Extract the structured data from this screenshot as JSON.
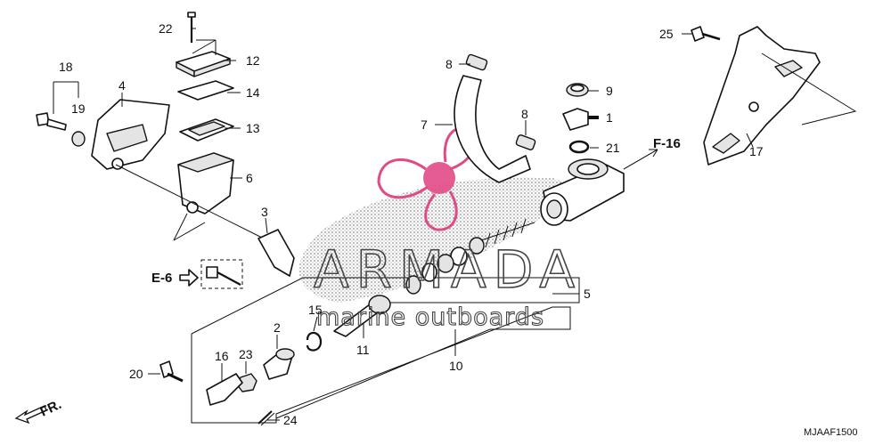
{
  "diagram": {
    "part_numbers": [
      "1",
      "2",
      "3",
      "4",
      "5",
      "6",
      "7",
      "8",
      "8",
      "9",
      "10",
      "11",
      "12",
      "13",
      "14",
      "15",
      "16",
      "17",
      "18",
      "19",
      "20",
      "21",
      "22",
      "23",
      "24",
      "25"
    ],
    "references": {
      "e6": "E-6",
      "f16": "F-16",
      "fr": "FR."
    },
    "watermark": {
      "brand": "ARMADA",
      "tagline": "marine outboards"
    },
    "diagram_code": "MJAAF1500"
  },
  "colors": {
    "line": "#111111",
    "shade": "#8a8a8a",
    "watermark_pink": "#e14a86"
  }
}
